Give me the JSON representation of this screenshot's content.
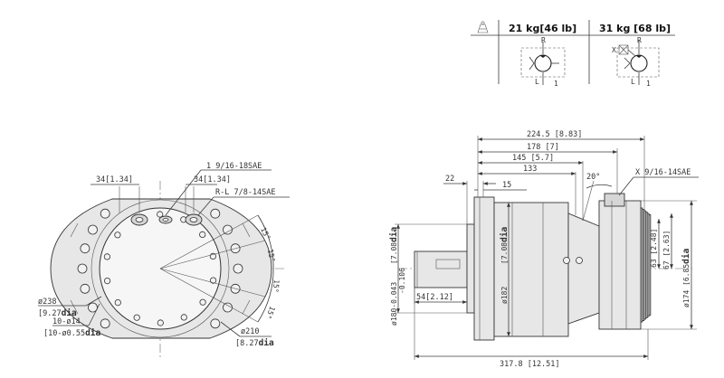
{
  "table": {
    "weight_icon": "weight-icon",
    "col1": "21 kg[46 lb]",
    "col2": "31 kg [68 lb]",
    "port_r1": "R",
    "port_l1": "L",
    "port_11": "1",
    "port_r2": "R",
    "port_x2": "X",
    "port_l2": "L",
    "port_12": "1"
  },
  "front_view": {
    "port_1": "1 9/16-18SAE",
    "dim_34_left": "34[1.34]",
    "dim_34_right": "34[1.34]",
    "port_rl": "R-L 7/8-14SAE",
    "ang_1": "15°",
    "ang_2": "15°",
    "ang_3": "15°",
    "ang_4": "15°",
    "dia_238": "ø238",
    "dia_238_in_a": "[9.27",
    "dia_238_in_b": "dia",
    "holes": "10-ø14",
    "holes_in_a": "[10-ø0.55",
    "holes_in_b": "dia",
    "dia_210": "ø210",
    "dia_210_in_a": "[8.27",
    "dia_210_in_b": "dia"
  },
  "side_view": {
    "dim_224": "224.5 [8.83]",
    "dim_178": "178 [7]",
    "dim_145": "145 [5.7]",
    "dim_133": "133",
    "dim_22": "22",
    "dim_15": "15",
    "angle_20": "20°",
    "port_x": "X 9/16-14SAE",
    "dim_54": "54[2.12]",
    "dim_180_a": "ø180-0.043",
    "dim_180_b": "-0.106",
    "dim_180_c": "[7.08",
    "dim_180_d": "dia",
    "dim_182_a": "ø182",
    "dim_182_b": "[7.08",
    "dim_182_c": "dia",
    "dim_63": "63 [2.48]",
    "dim_67": "67 [2.63]",
    "dim_174_a": "ø174 [6.85",
    "dim_174_b": "dia",
    "dim_317": "317.8 [12.51]"
  }
}
